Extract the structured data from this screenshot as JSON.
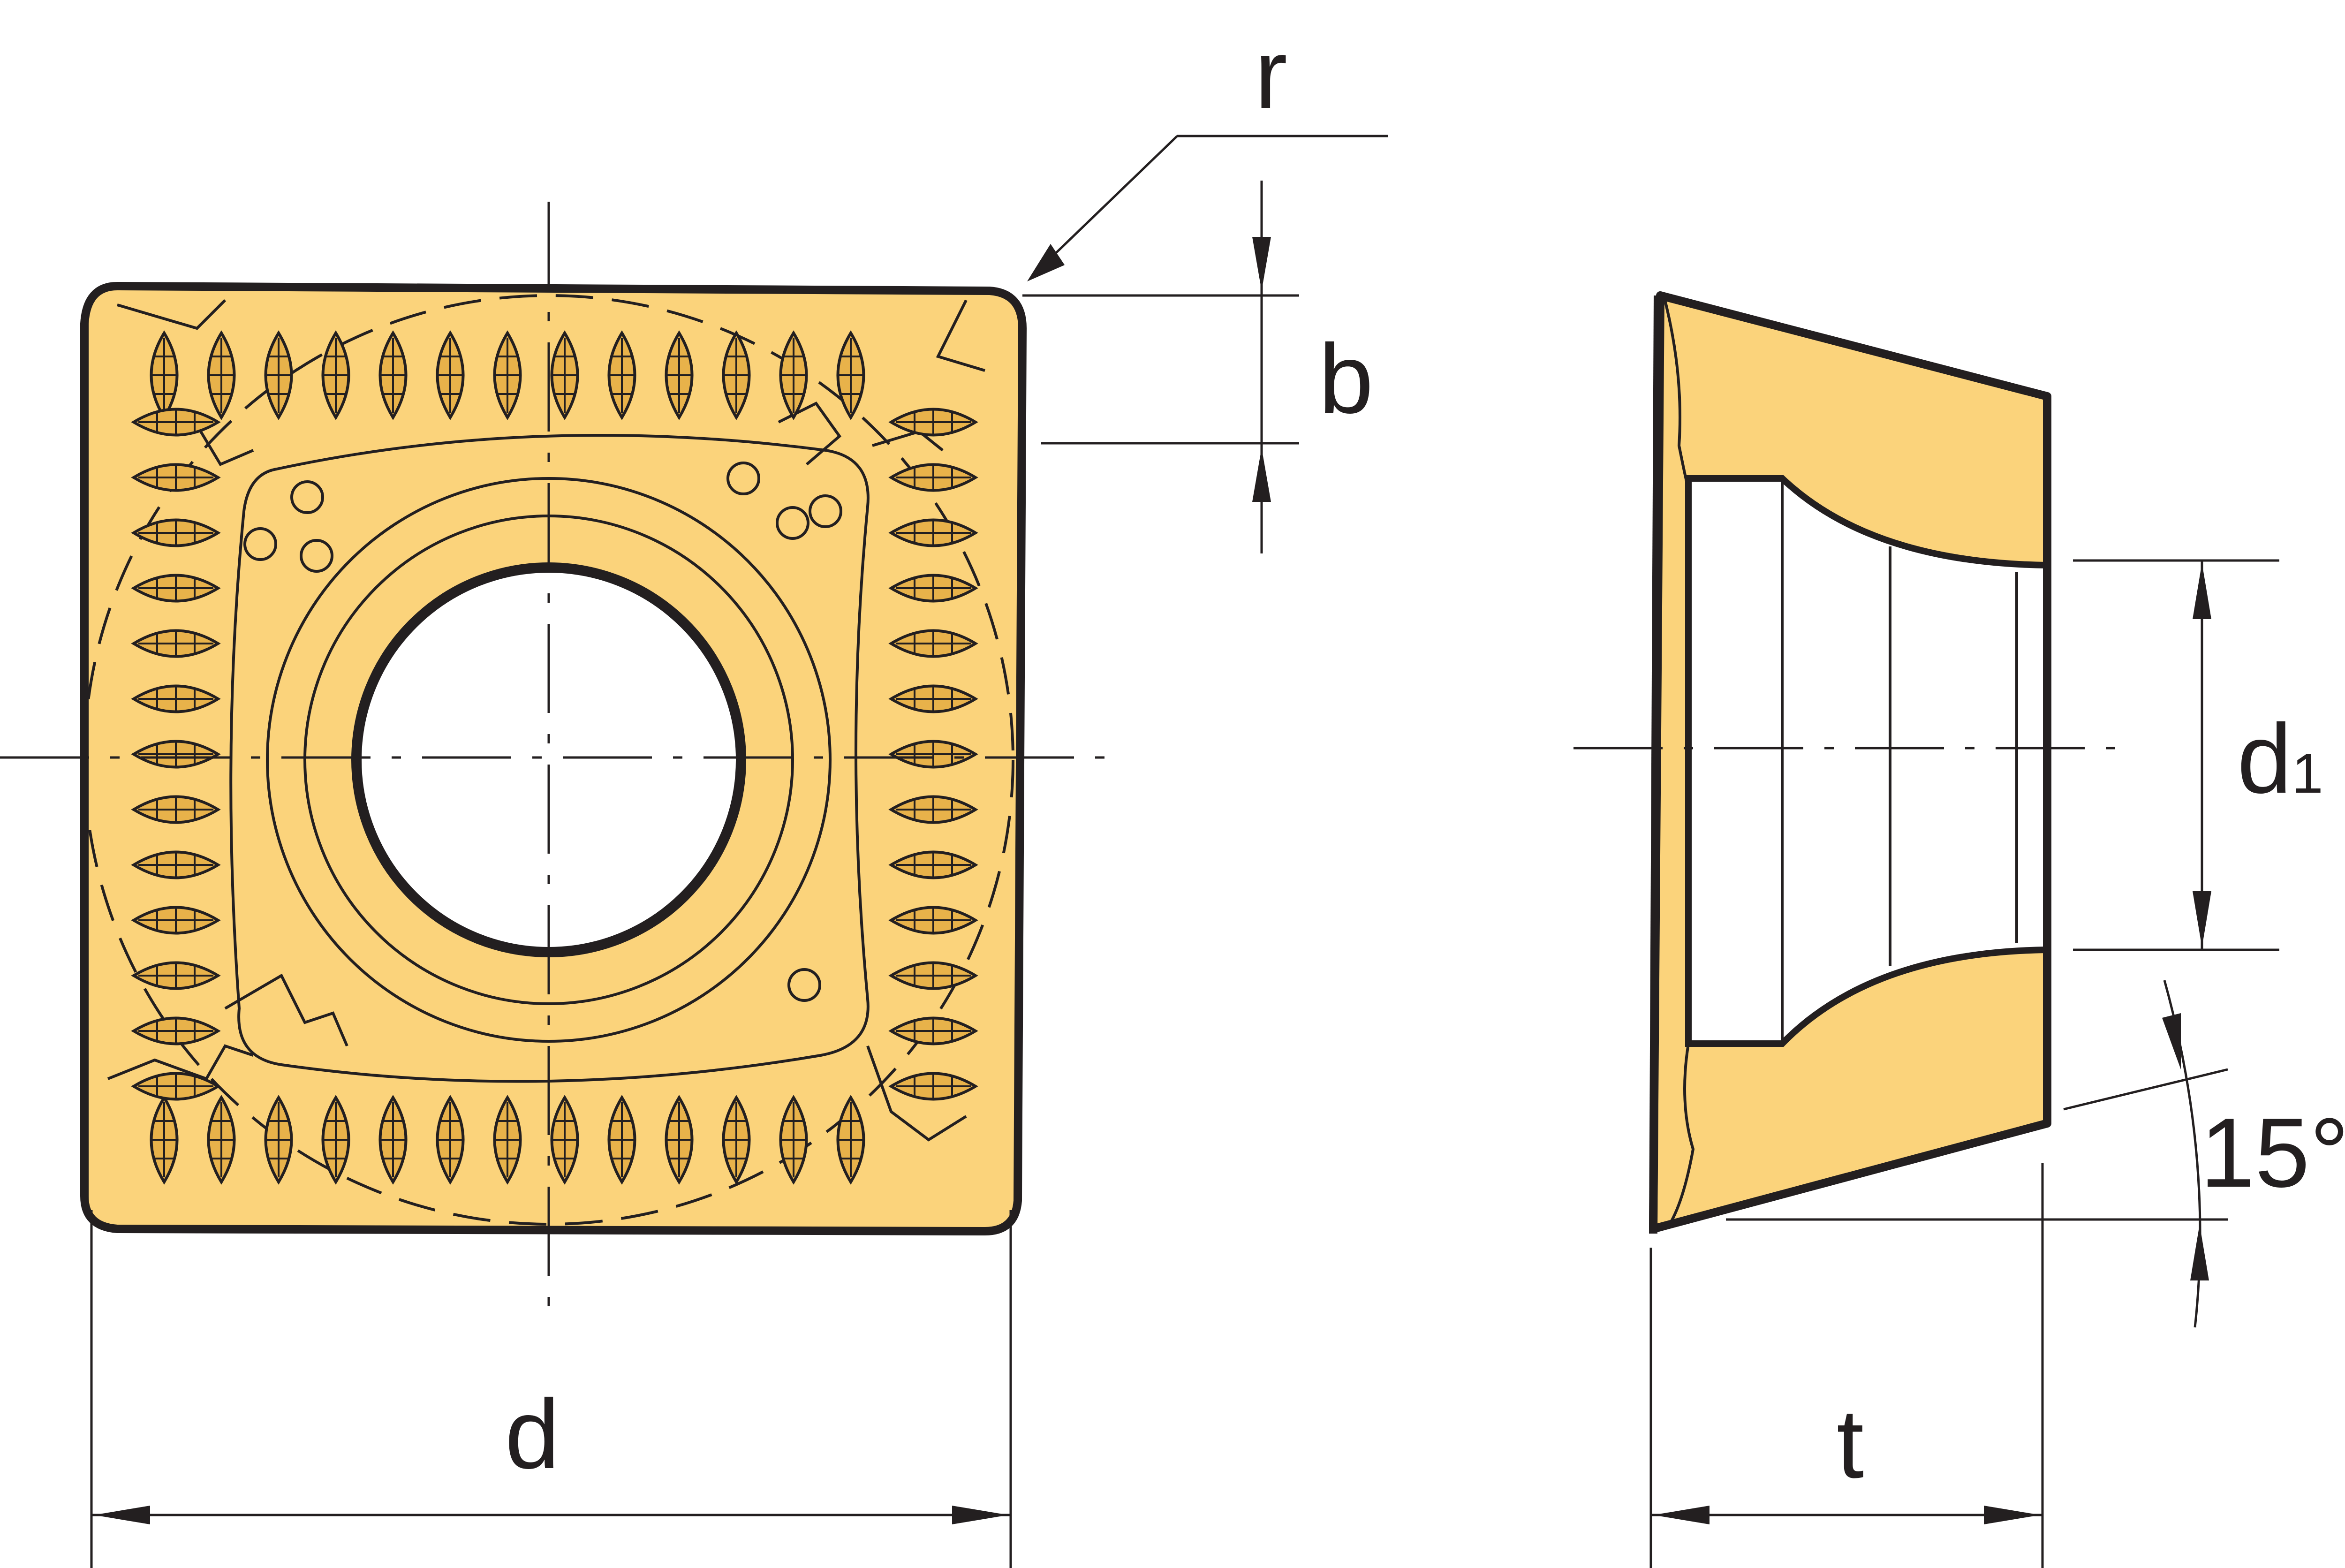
{
  "colors": {
    "insert_fill": "#fbd37b",
    "outline": "#231f20"
  },
  "labels": {
    "r": "r",
    "b": "b",
    "d": "d",
    "d1_main": "d",
    "d1_sub": "1",
    "t": "t",
    "angle": "15°"
  }
}
